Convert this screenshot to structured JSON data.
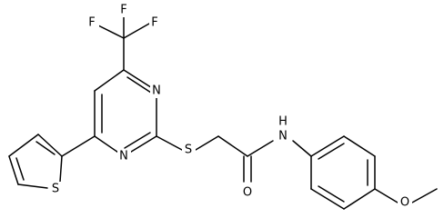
{
  "molecule": {
    "atoms": {
      "f1": "F",
      "f2": "F",
      "f3": "F",
      "n_pyr_top": "N",
      "n_pyr_bottom": "N",
      "s_thioether": "S",
      "s_thiophene": "S",
      "n_amide": "N",
      "h_amide": "H",
      "o_carbonyl": "O",
      "o_methoxy": "O"
    },
    "colors": {
      "bond": "#000000",
      "label": "#000000",
      "background": "#ffffff"
    }
  }
}
